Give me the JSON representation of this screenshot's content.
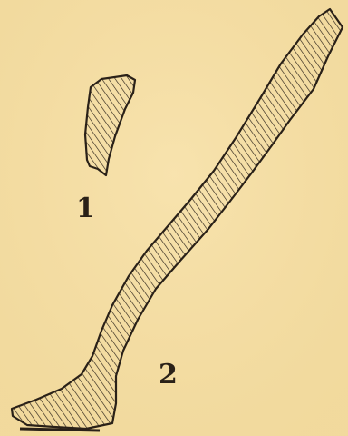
{
  "figure": {
    "background_color": "#f6dfa6",
    "ink_color": "#2a2118",
    "labels": {
      "one": "1",
      "two": "2"
    },
    "specimens": [
      "specimen-1",
      "specimen-2"
    ]
  }
}
